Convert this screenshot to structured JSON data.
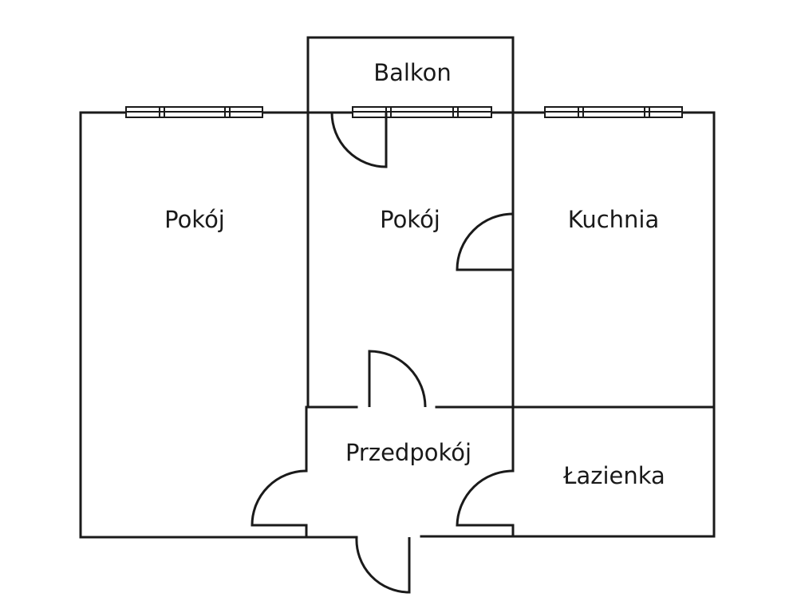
{
  "rooms": {
    "balcony": "Balkon",
    "room_left": "Pokój",
    "room_center": "Pokój",
    "kitchen": "Kuchnia",
    "hallway": "Przedpokój",
    "bathroom": "Łazienka"
  }
}
